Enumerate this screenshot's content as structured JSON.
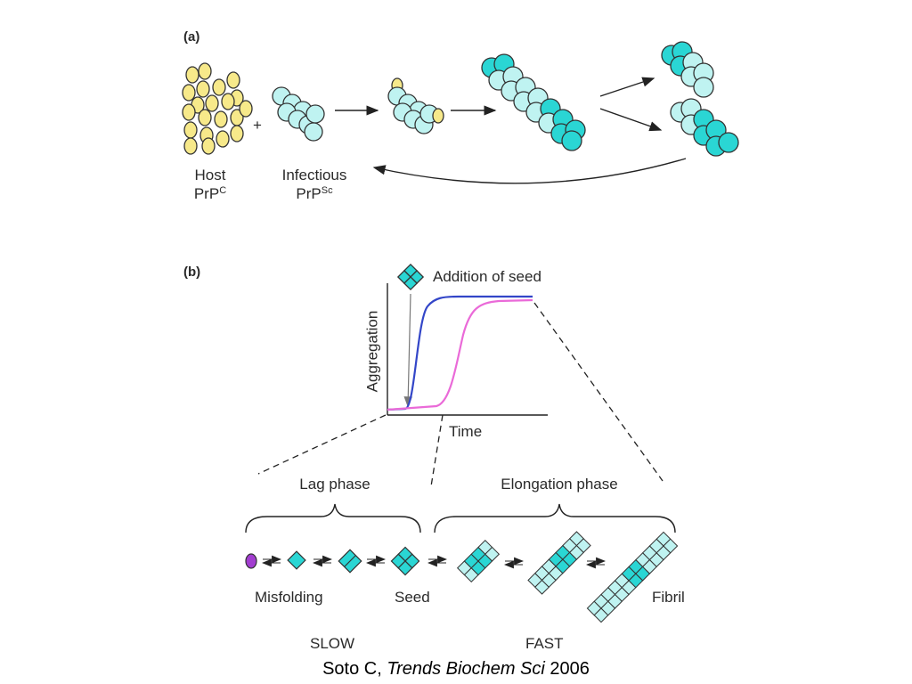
{
  "panel_a": {
    "label": "(a)",
    "plus": "+",
    "host_label_line1": "Host",
    "host_label_line2_base": "PrP",
    "host_label_line2_sup": "C",
    "infectious_label_line1": "Infectious",
    "infectious_label_line2_base": "PrP",
    "infectious_label_line2_sup": "Sc"
  },
  "panel_b": {
    "label": "(b)",
    "seed_annotation": "Addition of seed",
    "y_axis_label": "Aggregation",
    "x_axis_label": "Time",
    "lag_phase": "Lag phase",
    "elongation_phase": "Elongation phase",
    "misfolding": "Misfolding",
    "seed": "Seed",
    "fibril": "Fibril",
    "slow": "SLOW",
    "fast": "FAST"
  },
  "citation": {
    "author": "Soto C, ",
    "journal": "Trends Biochem Sci",
    "year": " 2006"
  },
  "colors": {
    "host_yellow": "#f7e98a",
    "light_cyan": "#bff3f1",
    "dark_cyan": "#2ad6d4",
    "outline": "#333333",
    "seeded_curve": "#3346c8",
    "unseeded_curve": "#ea6ad8",
    "monomer_purple": "#a23dd0"
  }
}
